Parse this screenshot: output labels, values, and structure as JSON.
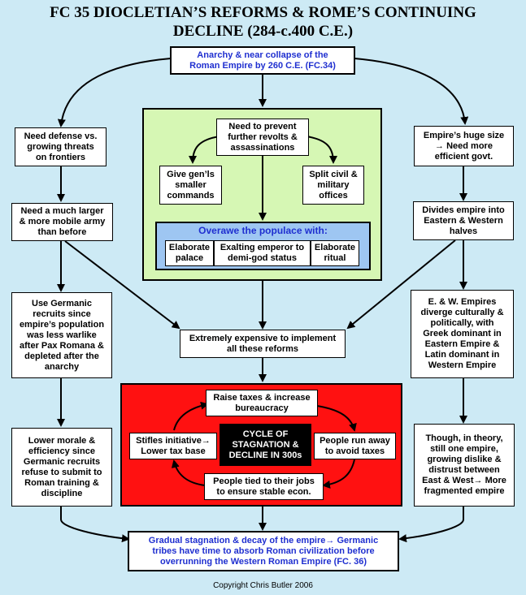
{
  "title": "FC 35 DIOCLETIAN’S REFORMS & ROME’S CONTINUING\nDECLINE (284-c.400 C.E.)",
  "top": "Anarchy & near collapse of the\nRoman Empire by 260 C.E. (FC.34)",
  "left": {
    "defense": "Need defense vs.\ngrowing threats\non frontiers",
    "army": "Need a much larger\n& more mobile army\nthan before",
    "germanic": "Use Germanic\nrecruits since\nempire’s population\nwas less warlike\nafter Pax Romana &\ndepleted after the\nanarchy",
    "morale": "Lower morale &\nefficiency since\nGermanic recruits\nrefuse to submit to\nRoman training &\ndiscipline"
  },
  "center": {
    "prevent": "Need to prevent\nfurther revolts &\nassassinations",
    "commands": "Give gen’ls\nsmaller\ncommands",
    "split": "Split civil &\nmilitary\noffices",
    "overawe_title": "Overawe the populace with:",
    "palace": "Elaborate\npalace",
    "emperor": "Exalting emperor to\ndemi-god status",
    "ritual": "Elaborate\nritual",
    "expensive": "Extremely expensive to implement\nall these reforms"
  },
  "cycle": {
    "taxes": "Raise taxes & increase\nbureaucracy",
    "run": "People run away\nto avoid taxes",
    "tied": "People tied to their jobs\nto ensure stable econ.",
    "stifles": "Stifles initiative→\nLower tax base",
    "center": "CYCLE OF\nSTAGNATION &\nDECLINE IN 300s"
  },
  "right": {
    "size": "Empire’s huge size\n→ Need more\nefficient govt.",
    "divides": "Divides empire into\nEastern & Western\nhalves",
    "diverge": "E. & W. Empires\ndiverge culturally &\npolitically, with\nGreek dominant in\nEastern Empire &\nLatin dominant in\nWestern Empire",
    "theory": "Though, in theory,\nstill one empire,\ngrowing dislike &\ndistrust between\nEast & West→ More\nfragmented empire"
  },
  "bottom": "Gradual stagnation & decay of the empire→ Germanic\ntribes have time to absorb Roman civilization before\noverrunning the Western Roman Empire (FC. 36)",
  "copyright": "Copyright Chris Butler 2006"
}
